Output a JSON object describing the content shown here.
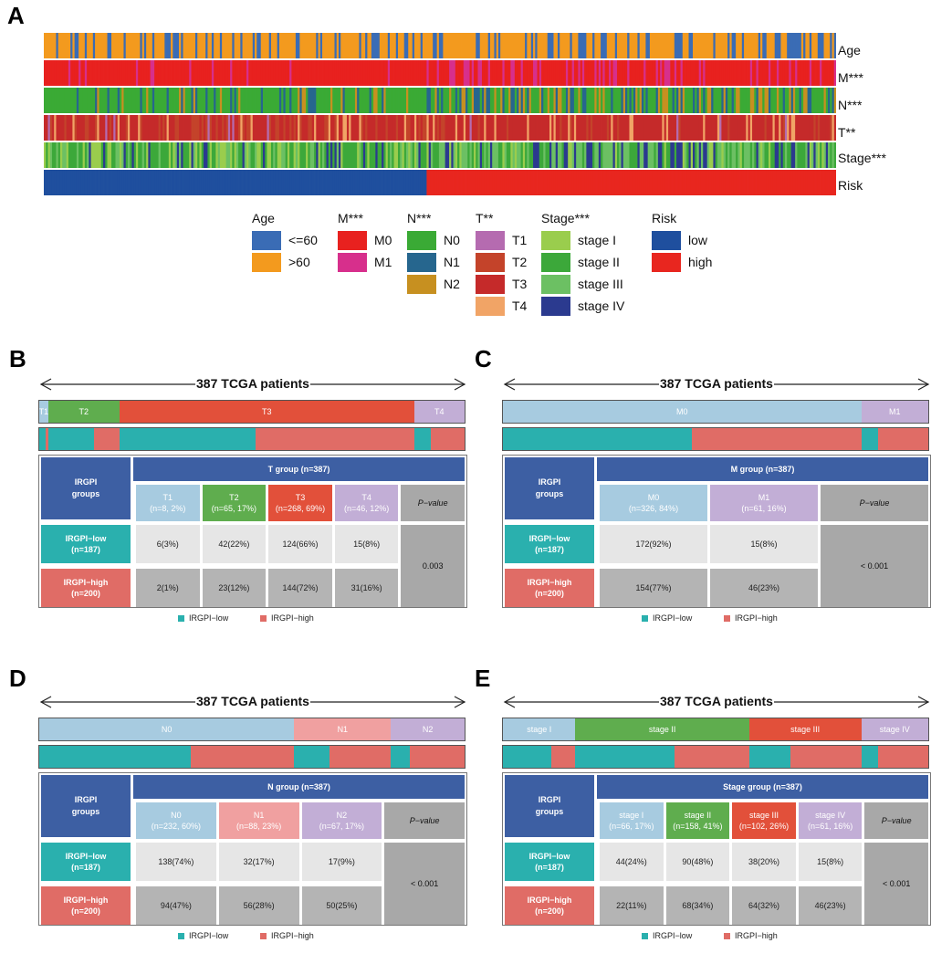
{
  "panel_letters": {
    "a": "A",
    "b": "B",
    "c": "C",
    "d": "D",
    "e": "E"
  },
  "heatmap": {
    "tracks": [
      {
        "key": "age",
        "label": "Age"
      },
      {
        "key": "m",
        "label": "M***"
      },
      {
        "key": "n",
        "label": "N***"
      },
      {
        "key": "t",
        "label": "T**"
      },
      {
        "key": "stage",
        "label": "Stage***"
      },
      {
        "key": "risk",
        "label": "Risk"
      }
    ],
    "patients": 387,
    "risk_low_count": 187
  },
  "legend": [
    {
      "title": "Age",
      "items": [
        {
          "label": "<=60",
          "color": "#3a6cb5"
        },
        {
          "label": ">60",
          "color": "#f39a1e"
        }
      ]
    },
    {
      "title": "M***",
      "items": [
        {
          "label": "M0",
          "color": "#e8211f"
        },
        {
          "label": "M1",
          "color": "#d72f8c"
        }
      ]
    },
    {
      "title": "N***",
      "items": [
        {
          "label": "N0",
          "color": "#3aaa35"
        },
        {
          "label": "N1",
          "color": "#26668e"
        },
        {
          "label": "N2",
          "color": "#c79020"
        }
      ]
    },
    {
      "title": "T**",
      "items": [
        {
          "label": "T1",
          "color": "#b56bb0"
        },
        {
          "label": "T2",
          "color": "#c4432a"
        },
        {
          "label": "T3",
          "color": "#c52a2a"
        },
        {
          "label": "T4",
          "color": "#f1a466"
        }
      ]
    },
    {
      "title": "Stage***",
      "items": [
        {
          "label": "stage I",
          "color": "#9acd4d"
        },
        {
          "label": "stage II",
          "color": "#3ca83a"
        },
        {
          "label": "stage III",
          "color": "#6cc063"
        },
        {
          "label": "stage IV",
          "color": "#2b3a8f"
        }
      ]
    },
    {
      "title": "Risk",
      "items": [
        {
          "label": "low",
          "color": "#1f4f9e"
        },
        {
          "label": "high",
          "color": "#e8261f"
        }
      ]
    }
  ],
  "colors": {
    "low": "#2ab0ae",
    "high": "#e06c66",
    "header_blue": "#3d5fa3",
    "light_cell": "#e6e6e6",
    "dark_cell": "#b4b4b4",
    "pvalue_bg": "#a8a8a8"
  },
  "panels": [
    {
      "id": "B",
      "title": "387 TCGA patients",
      "group_header": "T group (n=387)",
      "irgpi_label": "IRGPI\ngroups",
      "categories": [
        {
          "name": "T1",
          "label": "T1\n(n=8, 2%)",
          "short": "T1",
          "n": 8,
          "pct": 2,
          "color": "#a7cbe0",
          "low": 6,
          "low_text": "6(3%)",
          "high": 2,
          "high_text": "2(1%)"
        },
        {
          "name": "T2",
          "label": "T2\n(n=65, 17%)",
          "short": "T2",
          "n": 65,
          "pct": 17,
          "color": "#5fad4e",
          "low": 42,
          "low_text": "42(22%)",
          "high": 23,
          "high_text": "23(12%)"
        },
        {
          "name": "T3",
          "label": "T3\n(n=268, 69%)",
          "short": "T3",
          "n": 268,
          "pct": 69,
          "color": "#e2503a",
          "low": 124,
          "low_text": "124(66%)",
          "high": 144,
          "high_text": "144(72%)"
        },
        {
          "name": "T4",
          "label": "T4\n(n=46, 12%)",
          "short": "T4",
          "n": 46,
          "pct": 12,
          "color": "#c2aed6",
          "low": 15,
          "low_text": "15(8%)",
          "high": 31,
          "high_text": "31(16%)"
        }
      ],
      "rows": [
        {
          "label": "IRGPI−low\n(n=187)"
        },
        {
          "label": "IRGPI−high\n(n=200)"
        }
      ],
      "pvalue_header": "P−value",
      "pvalue": "0.003",
      "legend_low": "IRGPI−low",
      "legend_high": "IRGPI−high"
    },
    {
      "id": "C",
      "title": "387 TCGA patients",
      "group_header": "M group (n=387)",
      "irgpi_label": "IRGPI\ngroups",
      "categories": [
        {
          "name": "M0",
          "label": "M0\n(n=326, 84%)",
          "short": "M0",
          "n": 326,
          "pct": 84,
          "color": "#a7cbe0",
          "low": 172,
          "low_text": "172(92%)",
          "high": 154,
          "high_text": "154(77%)"
        },
        {
          "name": "M1",
          "label": "M1\n(n=61, 16%)",
          "short": "M1",
          "n": 61,
          "pct": 16,
          "color": "#c2aed6",
          "low": 15,
          "low_text": "15(8%)",
          "high": 46,
          "high_text": "46(23%)"
        }
      ],
      "rows": [
        {
          "label": "IRGPI−low\n(n=187)"
        },
        {
          "label": "IRGPI−high\n(n=200)"
        }
      ],
      "pvalue_header": "P−value",
      "pvalue": "< 0.001",
      "legend_low": "IRGPI−low",
      "legend_high": "IRGPI−high"
    },
    {
      "id": "D",
      "title": "387 TCGA patients",
      "group_header": "N group (n=387)",
      "irgpi_label": "IRGPI\ngroups",
      "categories": [
        {
          "name": "N0",
          "label": "N0\n(n=232, 60%)",
          "short": "N0",
          "n": 232,
          "pct": 60,
          "color": "#a7cbe0",
          "low": 138,
          "low_text": "138(74%)",
          "high": 94,
          "high_text": "94(47%)"
        },
        {
          "name": "N1",
          "label": "N1\n(n=88, 23%)",
          "short": "N1",
          "n": 88,
          "pct": 23,
          "color": "#f0a0a0",
          "low": 32,
          "low_text": "32(17%)",
          "high": 56,
          "high_text": "56(28%)"
        },
        {
          "name": "N2",
          "label": "N2\n(n=67, 17%)",
          "short": "N2",
          "n": 67,
          "pct": 17,
          "color": "#c2aed6",
          "low": 17,
          "low_text": "17(9%)",
          "high": 50,
          "high_text": "50(25%)"
        }
      ],
      "rows": [
        {
          "label": "IRGPI−low\n(n=187)"
        },
        {
          "label": "IRGPI−high\n(n=200)"
        }
      ],
      "pvalue_header": "P−value",
      "pvalue": "< 0.001",
      "legend_low": "IRGPI−low",
      "legend_high": "IRGPI−high"
    },
    {
      "id": "E",
      "title": "387 TCGA patients",
      "group_header": "Stage group (n=387)",
      "irgpi_label": "IRGPI\ngroups",
      "categories": [
        {
          "name": "stage I",
          "label": "stage I\n(n=66, 17%)",
          "short": "stage I",
          "n": 66,
          "pct": 17,
          "color": "#a7cbe0",
          "low": 44,
          "low_text": "44(24%)",
          "high": 22,
          "high_text": "22(11%)"
        },
        {
          "name": "stage II",
          "label": "stage II\n(n=158, 41%)",
          "short": "stage II",
          "n": 158,
          "pct": 41,
          "color": "#5fad4e",
          "low": 90,
          "low_text": "90(48%)",
          "high": 68,
          "high_text": "68(34%)"
        },
        {
          "name": "stage III",
          "label": "stage III\n(n=102, 26%)",
          "short": "stage III",
          "n": 102,
          "pct": 26,
          "color": "#e2503a",
          "low": 38,
          "low_text": "38(20%)",
          "high": 64,
          "high_text": "64(32%)"
        },
        {
          "name": "stage IV",
          "label": "stage IV\n(n=61, 16%)",
          "short": "stage IV",
          "n": 61,
          "pct": 16,
          "color": "#c2aed6",
          "low": 15,
          "low_text": "15(8%)",
          "high": 46,
          "high_text": "46(23%)"
        }
      ],
      "rows": [
        {
          "label": "IRGPI−low\n(n=187)"
        },
        {
          "label": "IRGPI−high\n(n=200)"
        }
      ],
      "pvalue_header": "P−value",
      "pvalue": "< 0.001",
      "legend_low": "IRGPI−low",
      "legend_high": "IRGPI−high"
    }
  ]
}
